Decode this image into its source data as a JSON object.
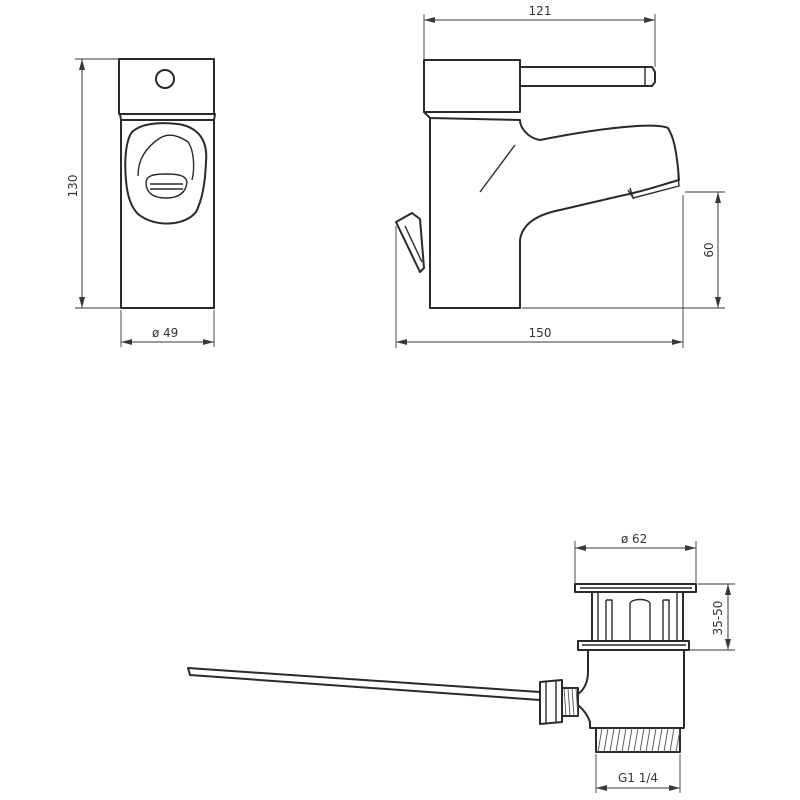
{
  "dimensions": {
    "front_height": "130",
    "front_diameter": "49",
    "side_width": "121",
    "total_length": "150",
    "spout_height": "60",
    "waste_diameter": "62",
    "waste_height_range": "35-50",
    "waste_thread": "G1 1/4"
  },
  "symbols": {
    "diameter": "ø"
  }
}
